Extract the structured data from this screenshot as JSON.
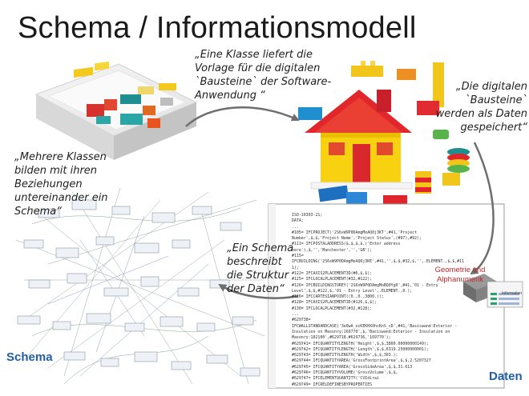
{
  "title": "Schema / Informationsmodell",
  "quotes": {
    "klasse": "„Eine Klasse liefert die Vorlage für die digitalen `Bausteine` der Software-Anwendung “",
    "bausteine": "„Die digitalen `Bausteine` werden als Daten gespeichert“",
    "klassen": "„Mehrere Klassen bilden mit ihren Beziehungen untereinander ein Schema“",
    "schema": "„Ein Schema beschreibt die Struktur der Daten“"
  },
  "labels": {
    "schema": "Schema",
    "daten": "Daten",
    "geometrie": "Geometrie und Alphanumerik",
    "information": "Information"
  },
  "data_lines": [
    "ISO-10303-21;",
    "DATA;",
    "...",
    "#105= IFCPROJECT('2S6xW9P0DAmgMoAQ0j3KT',#41,'Project",
    "Number',$,$,'Project Name','Project Status',(#97),#92);",
    "#111= IFCPOSTALADDRESS($,$,$,$,('Enter address",
    "here'),$,'','Manchester','','GB');",
    "#115=",
    "IFCBUILDING('2S6xW9P0DAmgMoAQ0j3KE',#41,'',$,$,#32,$,'',.ELEMENT.,$,$,#11",
    "1);",
    "#122= IFCAXIS2PLACEMENT3D(#6,$,$);",
    "#125= IFCLOCALPLACEMENT(#32,#122);",
    "#126= IFCBUILDINGSTOREY('2S6xW9P0DAmgMoBQ0Yg0',#41,'01 - Entry",
    "Level',$,$,#122,$,'01 - Entry Level',.ELEMENT.,0.);",
    "#126= IFCCARTESIANPOINT((0.,0.,3800.));",
    "#128= IFCAXIS2PLACEMENT3D(#126,$,$);",
    "#130= IFCLOCALPLACEMENT(#32,#128);",
    "...",
    "#629738=",
    "IFCWALLSTANDARDCASE('3e0wA_ocKEKHXOhcKnS_cD',#41,'Basiswand:Exterior -",
    "Insulation on Masonry:169770',$,'Basiswand:Exterior - Insulation on",
    "Masonry:182100',#629718,#629736,'169770');",
    "#629741= IFCQUANTITYLENGTH('Height',$,$,3800.00000000149);",
    "#629742= IFCQUANTITYLENGTH('Length',$,$,6319.25000000001);",
    "#629743= IFCQUANTITYLENGTH('Width',$,$,303.);",
    "#629744= IFCQUANTITYAREA('GrossFootprintArea',$,$,2.5207327",
    "#629745= IFCQUANTITYAREA('GrossSideArea',$,$,31.613",
    "#629746= IFCQUANTITYVOLUME('GrossVolume',$,$,",
    "#629747= IFCELEMENTQUANTITY('CVIdirai",
    "#629749= IFCRELDEFINESBYPROPERTIES"
  ],
  "colors": {
    "accent_blue": "#1f5fa8",
    "accent_red": "#c0282b",
    "arrow_gray": "#6e6e6e"
  }
}
